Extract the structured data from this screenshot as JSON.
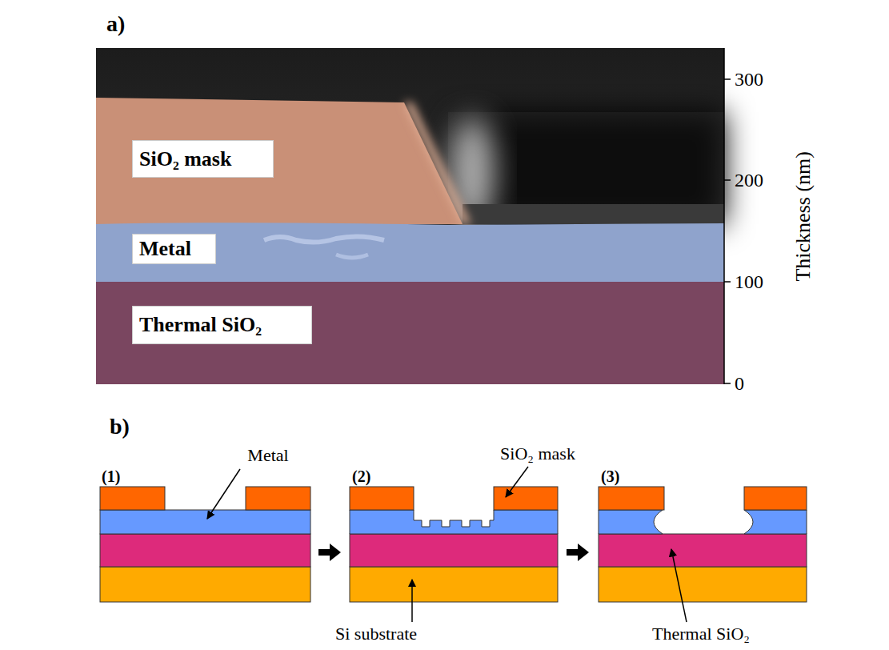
{
  "diagram": {
    "nodes": [
      {
        "text": [
          "SiO₂ mask"
        ]
      },
      {
        "text": [
          "Metal"
        ]
      },
      {
        "text": [
          "Thermal SiO₂"
        ]
      }
    ],
    "labels": [
      "a)",
      "300",
      "200",
      "100",
      "0",
      "Thickness (nm)",
      "b)",
      "(1)",
      "Metal",
      "(2)",
      "SiO₂ mask",
      "(3)",
      "Si substrate",
      "Thermal SiO₂"
    ]
  }
}
